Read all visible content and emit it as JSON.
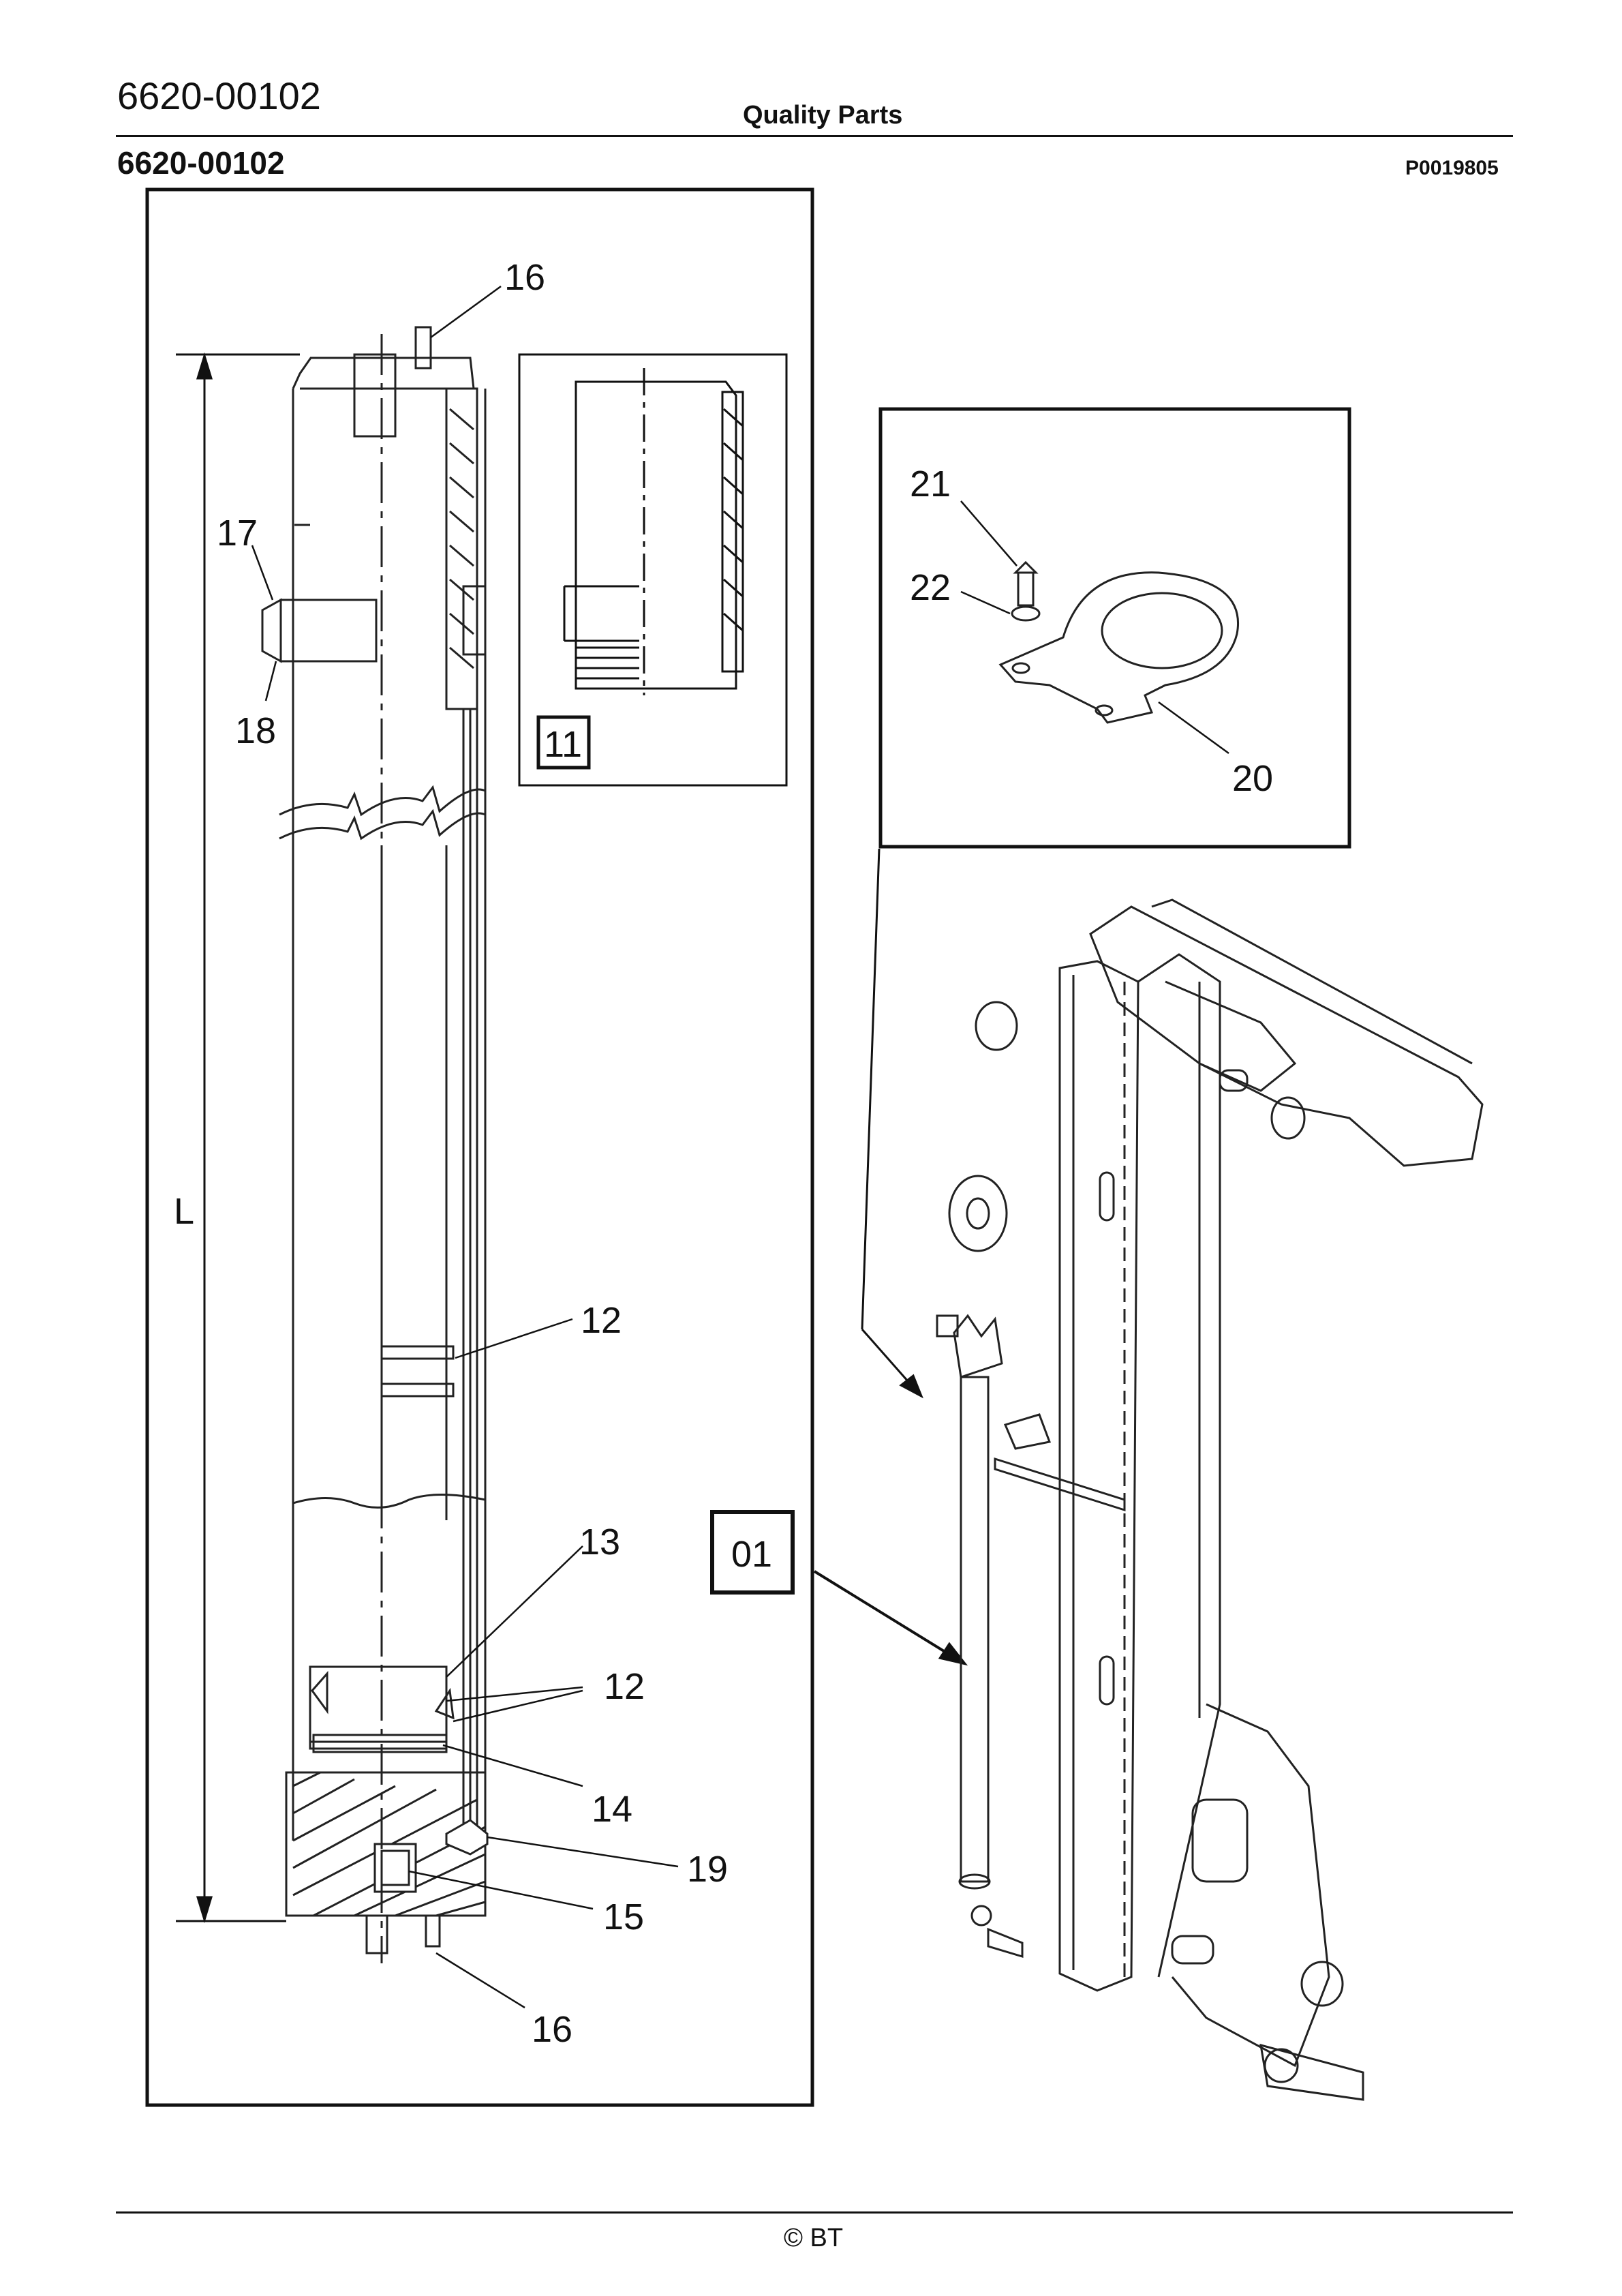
{
  "header": {
    "doc_code": "6620-00102",
    "center_title": "Quality Parts",
    "sub_code": "6620-00102",
    "ref": "P0019805"
  },
  "footer": {
    "copyright": "© BT"
  },
  "callouts": {
    "c16_top": "16",
    "c17": "17",
    "c18": "18",
    "dim_L": "L",
    "c12_a": "12",
    "c13": "13",
    "c12_b": "12",
    "c14": "14",
    "c19": "19",
    "c15": "15",
    "c16_bottom": "16",
    "c11": "11",
    "c01": "01",
    "c21": "21",
    "c22": "22",
    "c20": "20"
  }
}
